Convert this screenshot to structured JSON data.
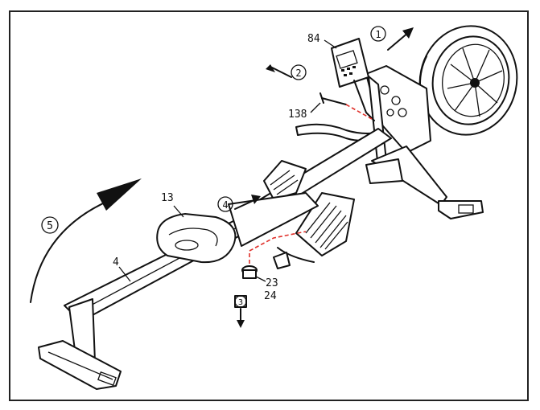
{
  "parts": [
    {
      "id": "monitor",
      "label": "84"
    },
    {
      "id": "seat",
      "label": "13"
    },
    {
      "id": "rail",
      "label": "4"
    },
    {
      "id": "bolt-138",
      "label": "138"
    },
    {
      "id": "washer",
      "label": "23"
    },
    {
      "id": "knob",
      "label": "24"
    }
  ],
  "steps": [
    {
      "id": "step-1",
      "label": "1"
    },
    {
      "id": "step-2",
      "label": "2"
    },
    {
      "id": "step-3",
      "label": "3"
    },
    {
      "id": "step-4",
      "label": "4"
    },
    {
      "id": "step-5",
      "label": "5"
    }
  ],
  "colors": {
    "line": "#111111",
    "dashed_guide": "#e0302a",
    "background": "#ffffff"
  }
}
